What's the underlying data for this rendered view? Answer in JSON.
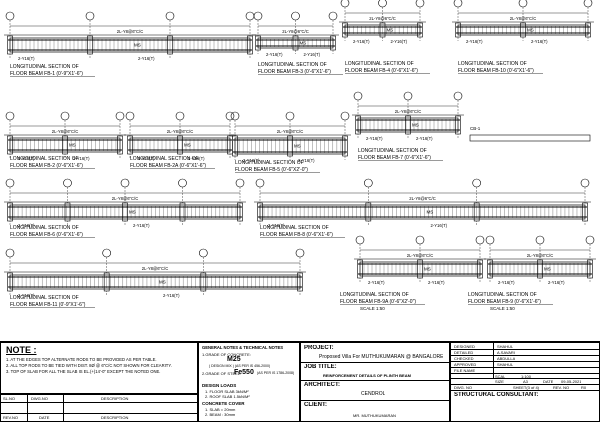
{
  "beams": [
    {
      "title1": "LONGITUDINAL SECTION OF",
      "title2": "FLOOR BEAM FB-1 (0'-9\"X1'-6\")"
    },
    {
      "title1": "LONGITUDINAL SECTION OF",
      "title2": "FLOOR BEAM FB-3 (0'-6\"X1'-6\")"
    },
    {
      "title1": "LONGITUDINAL SECTION OF",
      "title2": "FLOOR BEAM FB-4 (0'-6\"X1'-6\")"
    },
    {
      "title1": "LONGITUDINAL SECTION OF",
      "title2": "FLOOR BEAM FB-10 (0'-6\"X1'-6\")"
    },
    {
      "title1": "LONGITUDINAL SECTION OF",
      "title2": "FLOOR BEAM FB-2 (0'-6\"X1'-6\")"
    },
    {
      "title1": "LONGITUDINAL SECTION OF",
      "title2": "FLOOR BEAM FB-2A (0'-6\"X1'-6\")"
    },
    {
      "title1": "LONGITUDINAL SECTION OF",
      "title2": "FLOOR BEAM FB-5 (0'-6\"X2'-0\")"
    },
    {
      "title1": "LONGITUDINAL SECTION OF",
      "title2": "FLOOR BEAM FB-7 (0'-6\"X1'-6\")"
    },
    {
      "title1": "LONGITUDINAL SECTION OF",
      "title2": "FLOOR BEAM FB-6 (0'-6\"X1'-6\")"
    },
    {
      "title1": "LONGITUDINAL SECTION OF",
      "title2": "FLOOR BEAM FB-8 (0'-6\"X1'-6\")"
    },
    {
      "title1": "LONGITUDINAL SECTION OF",
      "title2": "FLOOR BEAM FB-11 (0'-9\"X1'-6\")"
    },
    {
      "title1": "LONGITUDINAL SECTION OF",
      "title2": "FLOOR BEAM FB-9A (0'-6\"X2'-0\")"
    },
    {
      "title1": "LONGITUDINAL SECTION OF",
      "title2": "FLOOR BEAM FB-9 (0'-6\"X1'-6\")"
    }
  ],
  "labels": {
    "stirrup": "2L-Y8@6\"C/C",
    "bar_top": "2-Y16(T)",
    "bar_top2": "2-Y20(T)",
    "ms": "MS",
    "scale1": "SCALE 1:50",
    "scale2": "SCALE 1:50",
    "cb": "CB-1"
  },
  "notes": {
    "title": "NOTE :",
    "items": [
      "1.   AT THE EDGES TOP ALTERNATE RODS TO BE PROVIDED AS PER TABLE.",
      "2.   ALL TOP RODS TO BE TIED WITH DIST. 8Ø @ 6\"C/C NOT SHOWN FOR CLEARITY.",
      "3.   TOP OF SLAB FOR ALL THE SLAB IS EL.(+)14'-0\" EXCEPT THE NOTED ONE."
    ]
  },
  "revision_table": {
    "headers": [
      "SL.NO",
      "DWG.NO",
      "DESCRIPTION"
    ],
    "footer": [
      "REV.NO",
      "DATE",
      "DESCRIPTION"
    ]
  },
  "general_notes": {
    "title": "GENERAL NOTES & TECHNICAL NOTES",
    "concrete_label": "1.GRADE OF CONCRETE:",
    "concrete": "M25",
    "concrete_sub": "( DESIGN MIX )   (AS PER IS 456-2000)",
    "steel_label": "2.GRADE OF STEEL:",
    "steel": "Fe550",
    "steel_sub": "(AS PER IS 1786-2008)",
    "loads_title": "DESIGN LOADS",
    "loads": [
      "1. FLOOR SLAB  3kN/M²",
      "2. ROOF SLAB  1.5kN/M²"
    ],
    "cover_title": "CONCRETE COVER",
    "cover": [
      "1. SLAB  = 20mm",
      "2. BEAM  : 30mm"
    ]
  },
  "project": {
    "project_label": "PROJECT:",
    "project_value": "Proposed Villa For MUTHUKUMARAN @ BANGALORE",
    "job_label": "JOB TITLE:",
    "job_value": "REINFORCEMENT DETAILS OF PLINTH BEAM",
    "architect_label": "ARCHITECT:",
    "architect_value": "CENDROL",
    "client_label": "CLIENT:",
    "client_value": "MR. MUTHUKUMARAN"
  },
  "signoff": [
    {
      "label": "DESIGNED",
      "value": "SHAHUL"
    },
    {
      "label": "DETAILED",
      "value": "A.SAVARI"
    },
    {
      "label": "CHECKED",
      "value": "ABDULLA"
    },
    {
      "label": "APPROVED",
      "value": "SHAHUL"
    },
    {
      "label": "FILE NAME",
      "value": ""
    }
  ],
  "sheet": {
    "scale_label": "SCAL",
    "scale_value": "1:100",
    "size_label": "SIZE",
    "size_value": "A3",
    "date_label": "DATE",
    "date_value": "09-05-2021",
    "dwg_label": "DWG. NO",
    "sheet_value": "SHEET(3 of 4)",
    "rev_label": "REV. NO",
    "rev_value": "R0",
    "consultant": "STRUCTURAL CONSULTANT:"
  }
}
